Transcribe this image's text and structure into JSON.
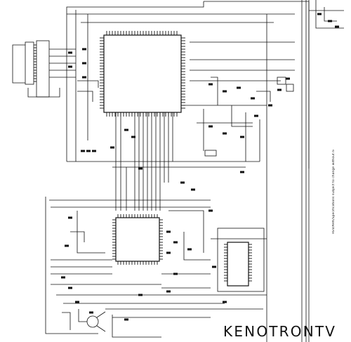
{
  "diagram": {
    "type": "circuit-schematic",
    "components": [
      {
        "id": "large-ic",
        "kind": "integrated-circuit"
      },
      {
        "id": "mid-ic",
        "kind": "integrated-circuit"
      },
      {
        "id": "right-ic",
        "kind": "integrated-circuit"
      },
      {
        "id": "left-connector",
        "kind": "connector"
      },
      {
        "id": "transistor-q1",
        "kind": "transistor"
      }
    ]
  },
  "side_note": "REV/ARK/Specifications subject to change without notice",
  "watermark": "KENOTRONTV"
}
